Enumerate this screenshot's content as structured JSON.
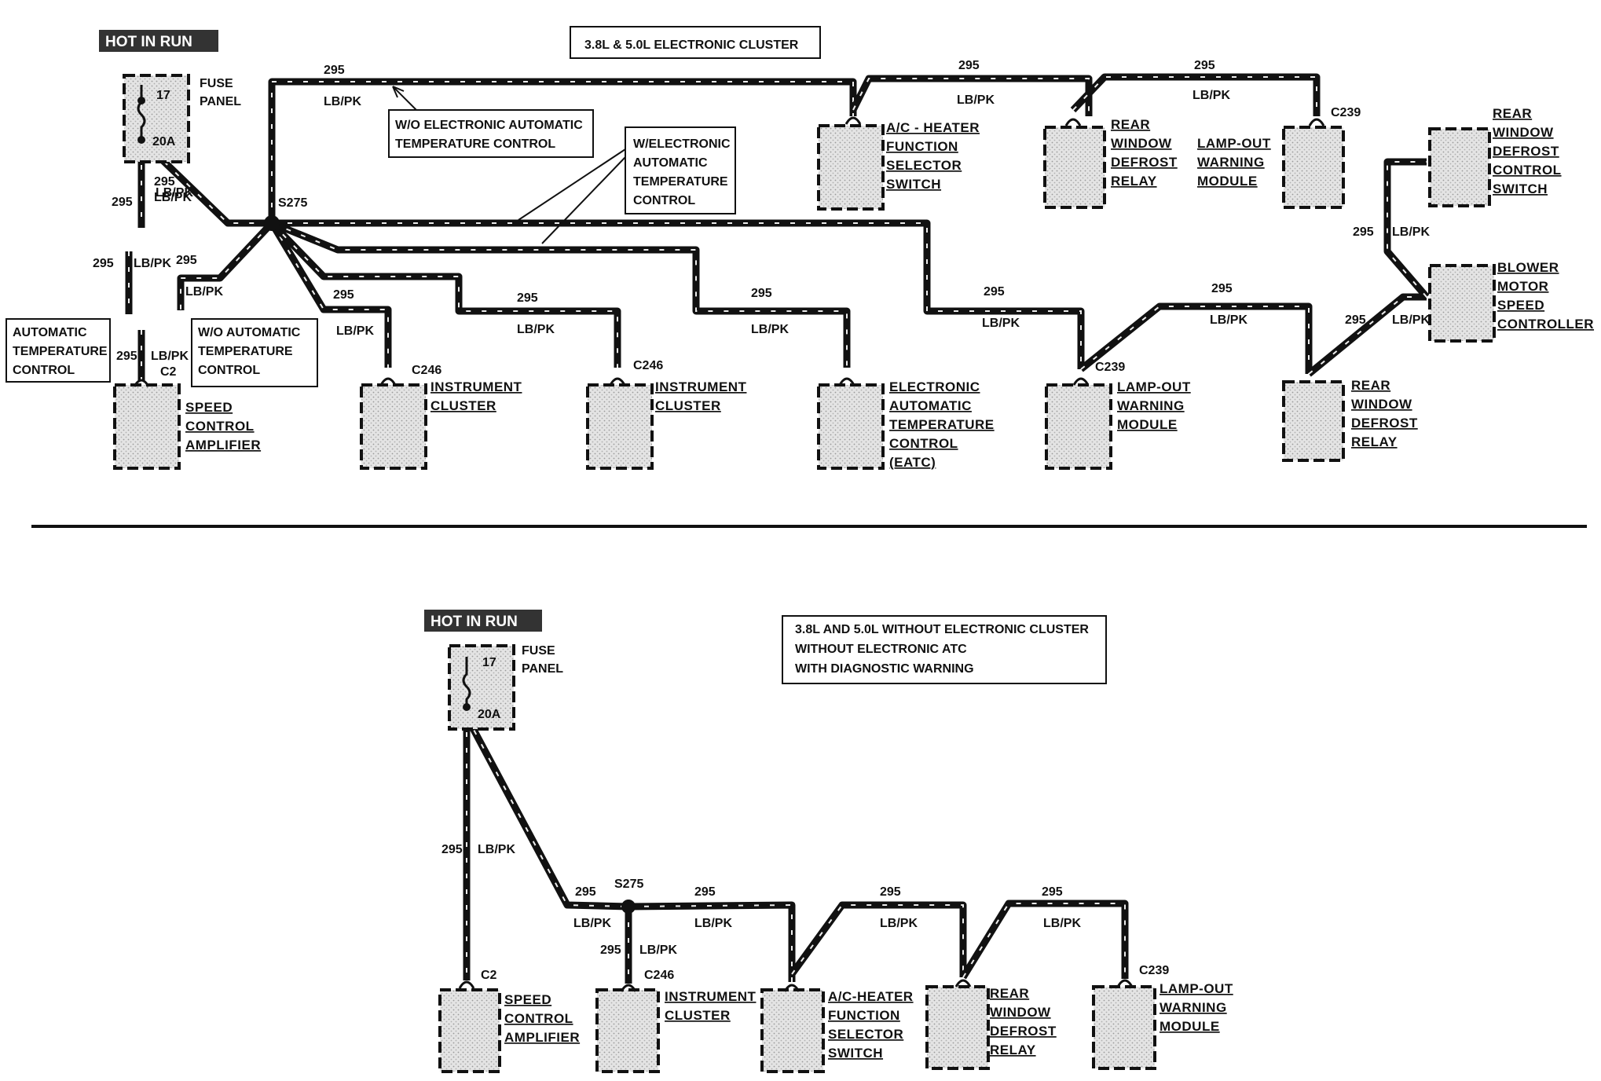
{
  "top": {
    "hot_label": "HOT IN RUN",
    "title": "3.8L & 5.0L ELECTRONIC CLUSTER",
    "fuse": {
      "num": "17",
      "amp": "20A",
      "label": [
        "FUSE",
        "PANEL"
      ]
    },
    "splice": "S275",
    "circuit": "295",
    "color": "LB/PK",
    "notes": {
      "wo_eatc": [
        "W/O ELECTRONIC AUTOMATIC",
        "TEMPERATURE CONTROL"
      ],
      "w_eatc": [
        "W/ELECTRONIC",
        "AUTOMATIC",
        "TEMPERATURE",
        "CONTROL"
      ],
      "atc": [
        "AUTOMATIC",
        "TEMPERATURE",
        "CONTROL"
      ],
      "wo_atc": [
        "W/O AUTOMATIC",
        "TEMPERATURE",
        "CONTROL"
      ]
    },
    "components": {
      "speed_control": {
        "connector": "C2",
        "label": [
          "SPEED",
          "CONTROL",
          "AMPLIFIER"
        ]
      },
      "cluster_1": {
        "connector": "C246",
        "label": [
          "INSTRUMENT",
          "CLUSTER"
        ]
      },
      "cluster_2": {
        "connector": "C246",
        "label": [
          "INSTRUMENT",
          "CLUSTER"
        ]
      },
      "eatc": {
        "label": [
          "ELECTRONIC",
          "AUTOMATIC",
          "TEMPERATURE",
          "CONTROL",
          "(EATC)"
        ]
      },
      "lamp_out_lower": {
        "connector": "C239",
        "label": [
          "LAMP-OUT",
          "WARNING",
          "MODULE"
        ]
      },
      "rear_defrost_relay_lower": {
        "label": [
          "REAR",
          "WINDOW",
          "DEFROST",
          "RELAY"
        ]
      },
      "blower": {
        "label": [
          "BLOWER",
          "MOTOR",
          "SPEED",
          "CONTROLLER"
        ]
      },
      "defrost_switch": {
        "label": [
          "REAR",
          "WINDOW",
          "DEFROST",
          "CONTROL",
          "SWITCH"
        ]
      },
      "ac_heater": {
        "label": [
          "A/C - HEATER",
          "FUNCTION",
          "SELECTOR",
          "SWITCH"
        ]
      },
      "rear_defrost_relay_upper": {
        "label": [
          "REAR",
          "WINDOW",
          "DEFROST",
          "RELAY"
        ]
      },
      "lamp_out_upper": {
        "connector": "C239",
        "label": [
          "LAMP-OUT",
          "WARNING",
          "MODULE"
        ]
      }
    }
  },
  "bottom": {
    "hot_label": "HOT IN RUN",
    "title": [
      "3.8L AND 5.0L WITHOUT ELECTRONIC CLUSTER",
      "WITHOUT ELECTRONIC ATC",
      "WITH DIAGNOSTIC WARNING"
    ],
    "fuse": {
      "num": "17",
      "amp": "20A",
      "label": [
        "FUSE",
        "PANEL"
      ]
    },
    "splice": "S275",
    "circuit": "295",
    "color": "LB/PK",
    "components": {
      "speed_control": {
        "connector": "C2",
        "label": [
          "SPEED",
          "CONTROL",
          "AMPLIFIER"
        ]
      },
      "cluster": {
        "connector": "C246",
        "label": [
          "INSTRUMENT",
          "CLUSTER"
        ]
      },
      "ac_heater": {
        "label": [
          "A/C-HEATER",
          "FUNCTION",
          "SELECTOR",
          "SWITCH"
        ]
      },
      "rear_defrost_relay": {
        "label": [
          "REAR",
          "WINDOW",
          "DEFROST",
          "RELAY"
        ]
      },
      "lamp_out": {
        "connector": "C239",
        "label": [
          "LAMP-OUT",
          "WARNING",
          "MODULE"
        ]
      }
    }
  }
}
